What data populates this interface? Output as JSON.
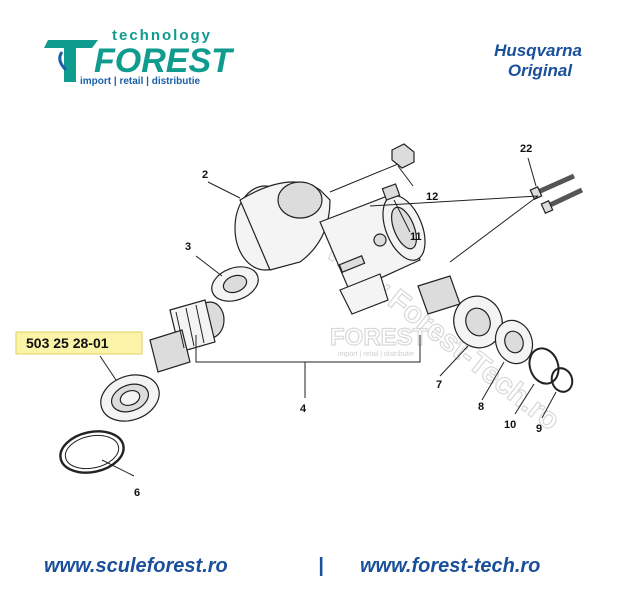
{
  "logo": {
    "tech_text": "technology",
    "forest_text": "FOREST",
    "tagline": "import | retail | distributie",
    "color_green": "#0f9b8e",
    "color_blue": "#1a5fa8"
  },
  "header_right": {
    "line1": "Husqvarna",
    "line2": "Original",
    "color": "#1a4f9a"
  },
  "part_number": {
    "text": "503 25 28-01",
    "highlight_color": "#fbf3a8"
  },
  "watermark": {
    "text": "www.Forest-Tech.ro",
    "logo_text": "FOREST",
    "logo_tagline": "import | retail | distributie"
  },
  "callouts": [
    {
      "id": "c2",
      "label": "2"
    },
    {
      "id": "c3",
      "label": "3"
    },
    {
      "id": "c4",
      "label": "4"
    },
    {
      "id": "c6",
      "label": "6"
    },
    {
      "id": "c7",
      "label": "7"
    },
    {
      "id": "c8",
      "label": "8"
    },
    {
      "id": "c9",
      "label": "9"
    },
    {
      "id": "c10",
      "label": "10"
    },
    {
      "id": "c11",
      "label": "11"
    },
    {
      "id": "c12",
      "label": "12"
    },
    {
      "id": "c22",
      "label": "22"
    }
  ],
  "footer": {
    "url_left": "www.sculeforest.ro",
    "separator": "|",
    "url_right": "www.forest-tech.ro"
  }
}
